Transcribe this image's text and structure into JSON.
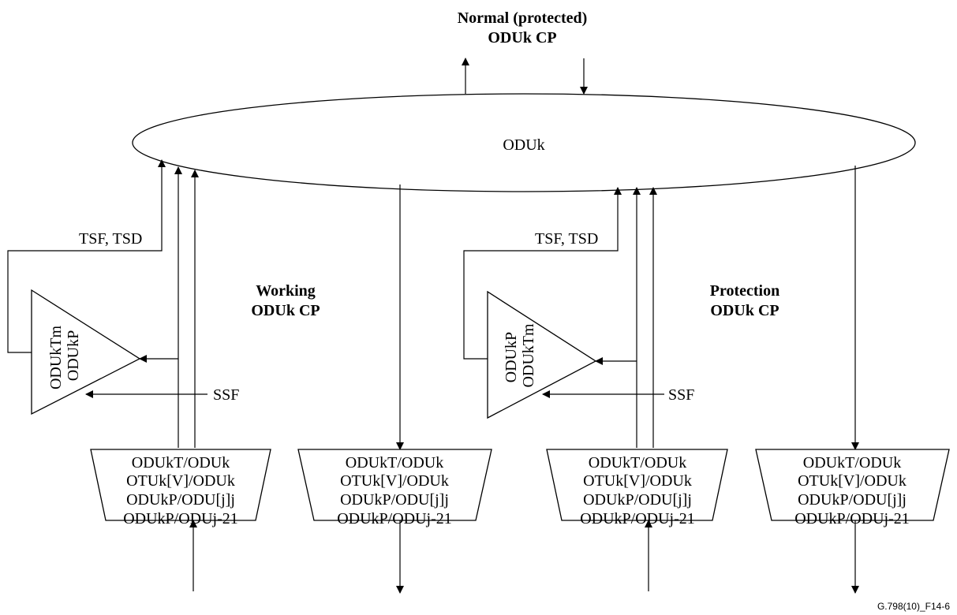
{
  "header": {
    "line1": "Normal (protected)",
    "line2": "ODUk CP"
  },
  "connection_function": {
    "label": "ODUk"
  },
  "working": {
    "cp_line1": "Working",
    "cp_line2": "ODUk CP",
    "monitor_line1": "ODUkTm",
    "monitor_line2": "ODUkP",
    "tsf_tsd_label": "TSF, TSD",
    "ssf_label": "SSF",
    "adapt_sink": [
      "ODUkT/ODUk",
      "OTUk[V]/ODUk",
      "ODUkP/ODU[j]j",
      "ODUkP/ODUj-21"
    ],
    "adapt_source": [
      "ODUkT/ODUk",
      "OTUk[V]/ODUk",
      "ODUkP/ODU[j]j",
      "ODUkP/ODUj-21"
    ]
  },
  "protection": {
    "cp_line1": "Protection",
    "cp_line2": "ODUk CP",
    "monitor_line1": "ODUkP",
    "monitor_line2": "ODUkTm",
    "tsf_tsd_label": "TSF, TSD",
    "ssf_label": "SSF",
    "adapt_sink": [
      "ODUkT/ODUk",
      "OTUk[V]/ODUk",
      "ODUkP/ODU[j]j",
      "ODUkP/ODUj-21"
    ],
    "adapt_source": [
      "ODUkT/ODUk",
      "OTUk[V]/ODUk",
      "ODUkP/ODU[j]j",
      "ODUkP/ODUj-21"
    ]
  },
  "figure_id": "G.798(10)_F14-6"
}
